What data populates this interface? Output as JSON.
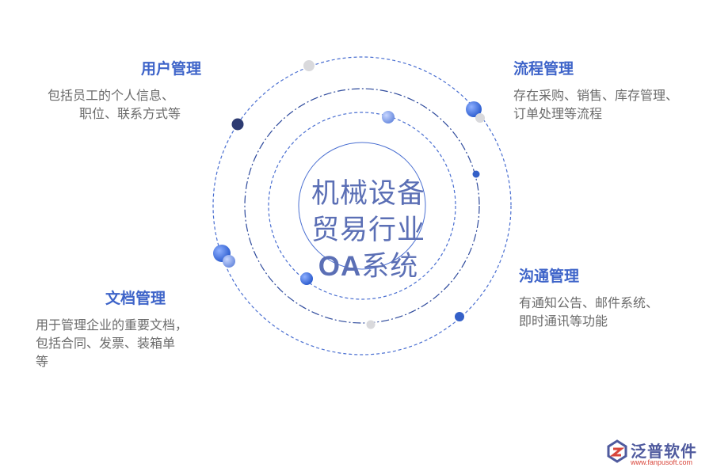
{
  "center": {
    "line1": "机械设备",
    "line2": "贸易行业",
    "line3_latin": "OA",
    "line3_rest": "系统"
  },
  "nodes": [
    {
      "id": "user",
      "heading": "用户管理",
      "desc": [
        "包括员工的个人信息、",
        "职位、联系方式等"
      ]
    },
    {
      "id": "flow",
      "heading": "流程管理",
      "desc": [
        "存在采购、销售、库存管理、",
        "订单处理等流程"
      ]
    },
    {
      "id": "comm",
      "heading": "沟通管理",
      "desc": [
        "有通知公告、邮件系统、",
        "即时通讯等功能"
      ]
    },
    {
      "id": "doc",
      "heading": "文档管理",
      "desc": [
        "用于管理企业的重要文档，",
        "包括合同、发票、装箱单",
        "等"
      ]
    }
  ],
  "logo": {
    "name": "泛普软件",
    "url": "www.fanpusoft.com"
  },
  "colors": {
    "accent": "#3e64c9",
    "ring": "#4a6fd1",
    "text": "#6b6b6b",
    "center_text": "#5b6fb5"
  }
}
